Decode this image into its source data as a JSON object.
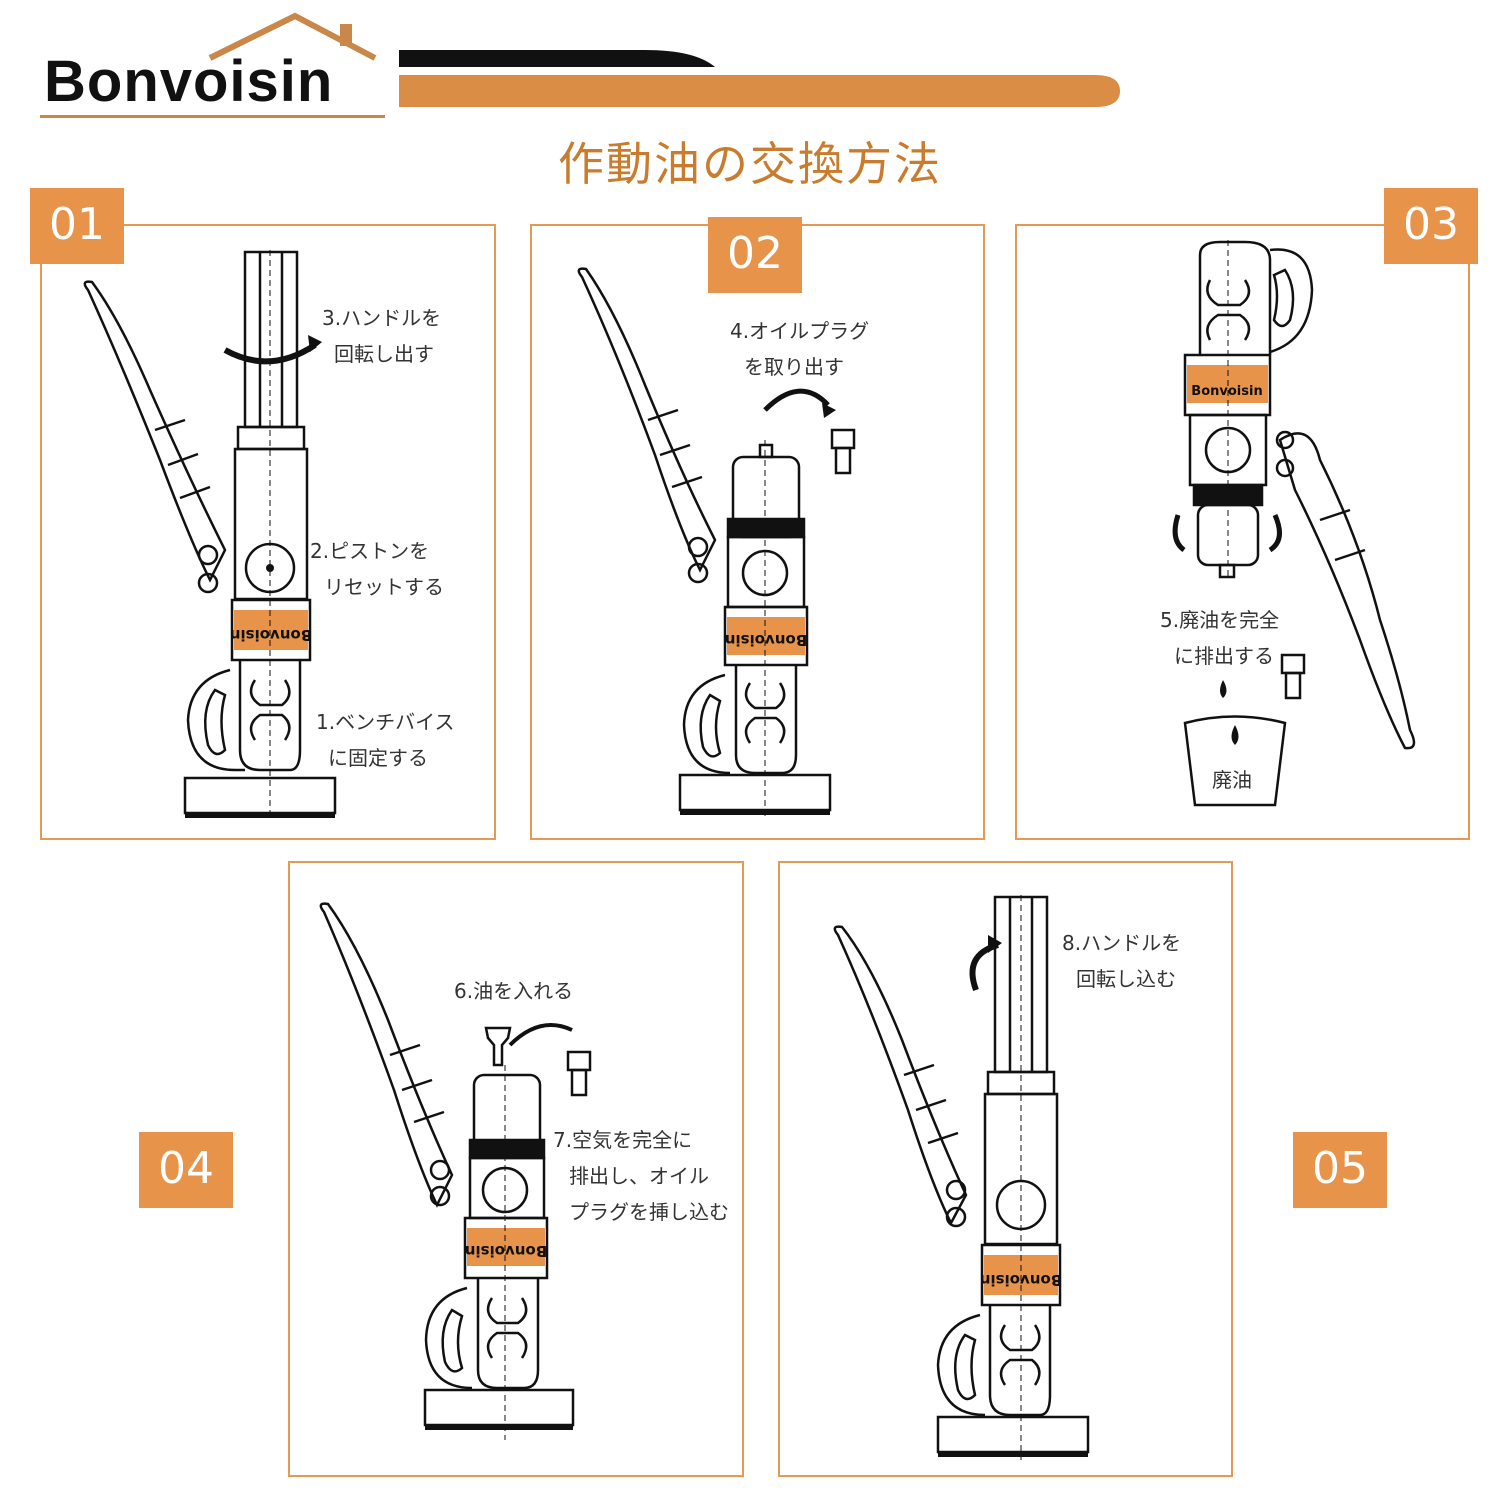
{
  "brand": {
    "name": "Bonvoisin"
  },
  "title": "作動油の交換方法",
  "device_label": "Bonvoisin",
  "colors": {
    "accent": "#e8934a",
    "title": "#c97b2e",
    "border": "#e39a55",
    "ink": "#111111"
  },
  "panels": [
    {
      "number": "01",
      "labels": [
        {
          "lines": [
            "3.ハンドルを",
            "回転し出す"
          ]
        },
        {
          "lines": [
            "2.ピストンを",
            "リセットする"
          ]
        },
        {
          "lines": [
            "1.ベンチバイス",
            "に固定する"
          ]
        }
      ]
    },
    {
      "number": "02",
      "labels": [
        {
          "lines": [
            "4.オイルプラグ",
            "を取り出す"
          ]
        }
      ]
    },
    {
      "number": "03",
      "labels": [
        {
          "lines": [
            "5.廃油を完全",
            "に排出する"
          ]
        },
        {
          "lines": [
            "廃油"
          ]
        }
      ]
    },
    {
      "number": "04",
      "labels": [
        {
          "lines": [
            "6.油を入れる"
          ]
        },
        {
          "lines": [
            "7.空気を完全に",
            "排出し、オイル",
            "プラグを挿し込む"
          ]
        }
      ]
    },
    {
      "number": "05",
      "labels": [
        {
          "lines": [
            "8.ハンドルを",
            "回転し込む"
          ]
        }
      ]
    }
  ]
}
